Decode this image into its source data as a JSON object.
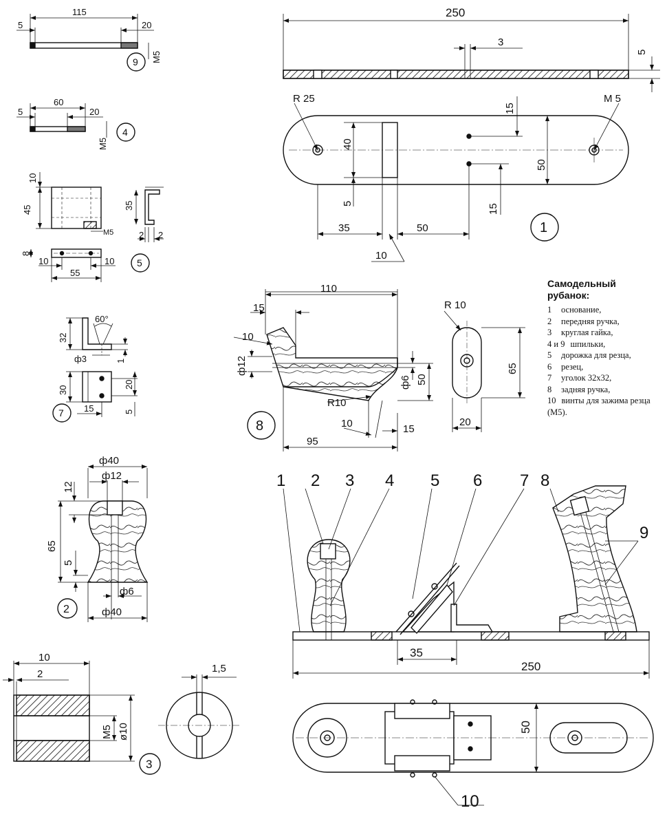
{
  "legend": {
    "title_line1": "Самодельный",
    "title_line2": "рубанок:",
    "items": [
      {
        "num": "1",
        "text": "основание,"
      },
      {
        "num": "2",
        "text": "передняя ручка,"
      },
      {
        "num": "3",
        "text": "круглая гайка,"
      },
      {
        "num": "4 и 9",
        "text": "шпильки,"
      },
      {
        "num": "5",
        "text": "дорожка для резца,"
      },
      {
        "num": "6",
        "text": "резец,"
      },
      {
        "num": "7",
        "text": "уголок 32х32,"
      },
      {
        "num": "8",
        "text": "задняя ручка,"
      },
      {
        "num": "10",
        "text": "винты для зажима резца (М5)."
      }
    ]
  },
  "part9": {
    "d_115": "115",
    "d_5": "5",
    "d_20": "20",
    "d_m5": "М5",
    "label": "9"
  },
  "part4": {
    "d_60": "60",
    "d_5": "5",
    "d_20": "20",
    "d_m5": "М5",
    "label": "4"
  },
  "part5": {
    "d_10": "10",
    "d_45": "45",
    "d_m5": "М5",
    "d_35": "35",
    "d_2a": "2",
    "d_2b": "2",
    "d_8": "8",
    "d_10b": "10",
    "d_10c": "10",
    "d_55": "55",
    "label": "5"
  },
  "part7": {
    "d_60deg": "60°",
    "d_32": "32",
    "d_phi3": "ф3",
    "d_1": "1",
    "d_30": "30",
    "d_20": "20",
    "d_15": "15",
    "d_5": "5",
    "label": "7"
  },
  "part2": {
    "d_phi40top": "ф40",
    "d_phi12": "ф12",
    "d_12": "12",
    "d_65": "65",
    "d_5": "5",
    "d_phi6": "ф6",
    "d_phi40bot": "ф40",
    "label": "2"
  },
  "part3": {
    "d_10": "10",
    "d_2": "2",
    "d_m5": "М5",
    "d_phi10": "ø10",
    "d_15": "1,5",
    "label": "3"
  },
  "part1": {
    "d_250": "250",
    "d_3": "3",
    "d_5": "5",
    "d_r25": "R 25",
    "d_m5": "М 5",
    "d_15a": "15",
    "d_40": "40",
    "d_50": "50",
    "d_5b": "5",
    "d_15b": "15",
    "d_35": "35",
    "d_50b": "50",
    "d_10": "10",
    "label": "1"
  },
  "part8": {
    "d_110": "110",
    "d_15": "15",
    "d_10": "10",
    "d_phi12": "ф12",
    "d_phi6": "ф6",
    "d_50": "50",
    "d_r10": "R10",
    "d_10b": "10",
    "d_15b": "15",
    "d_95": "95",
    "label": "8",
    "d_r10b": "R 10",
    "d_65": "65",
    "d_20": "20"
  },
  "assembly": {
    "callouts": [
      "1",
      "2",
      "3",
      "4",
      "5",
      "6",
      "7",
      "8",
      "9"
    ],
    "d_35": "35",
    "d_250": "250",
    "d_50": "50",
    "d_10": "10"
  }
}
